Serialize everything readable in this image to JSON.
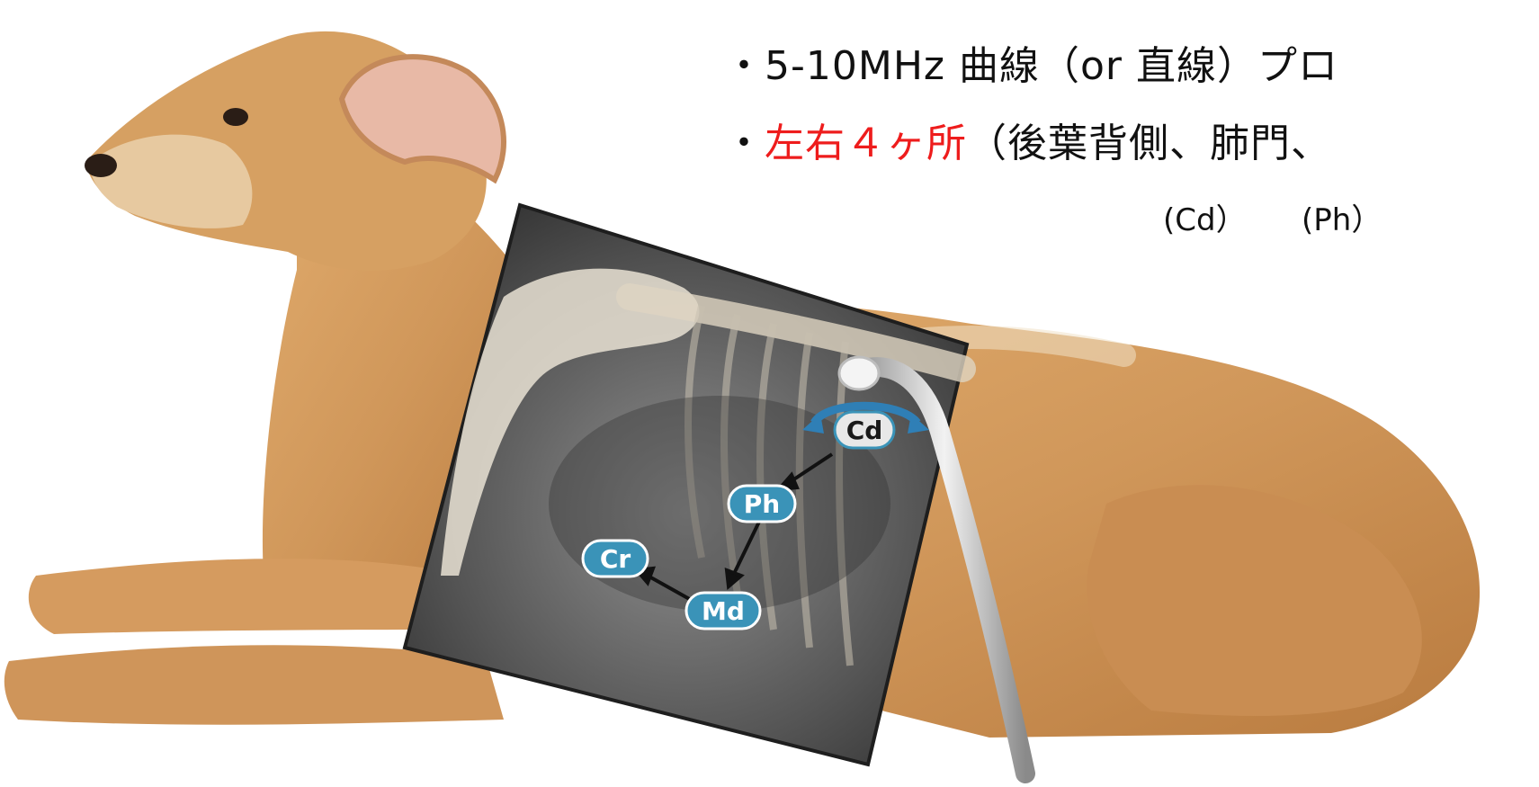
{
  "text_lines": {
    "line1": "・5-10MHz 曲線（or 直線）プロ",
    "line2_bullet": "・",
    "line2_red": "左右４ヶ所",
    "line2_rest": "（後葉背側、肺門、",
    "sub_cd": "(Cd）",
    "sub_ph": "(Ph）"
  },
  "badges": {
    "cd": "Cd",
    "ph": "Ph",
    "cr": "Cr",
    "md": "Md"
  },
  "colors": {
    "highlight_red": "#ee1c1c",
    "badge_blue": "#3a93b8",
    "dog_fur": "#d49a5c",
    "xray_dark": "#3a3a3a"
  }
}
